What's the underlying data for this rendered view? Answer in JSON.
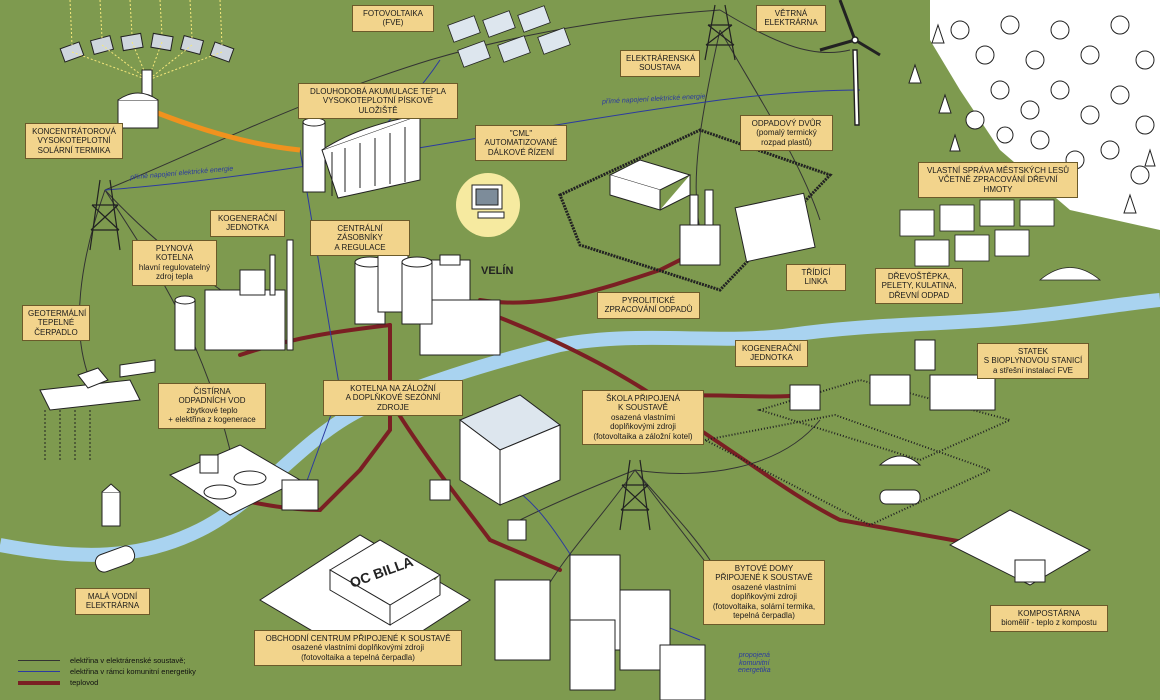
{
  "labels": {
    "fve": [
      "FOTOVOLTAIKA",
      "(FVE)"
    ],
    "vetrna": [
      "VĚTRNÁ",
      "ELEKTRÁRNA"
    ],
    "elektrarenska": [
      "ELEKTRÁRENSKÁ",
      "SOUSTAVA"
    ],
    "koncentratorova": [
      "KONCENTRÁTOROVÁ",
      "VYSOKOTEPLOTNÍ",
      "SOLÁRNÍ TERMIKA"
    ],
    "akumulace": [
      "DLOUHODOBÁ AKUMULACE TEPLA",
      "VYSOKOTEPLOTNÍ PÍSKOVÉ ULOŽIŠTĚ"
    ],
    "cml": [
      "\"CML\"",
      "AUTOMATIZOVANÉ",
      "DÁLKOVÉ ŘÍZENÍ"
    ],
    "odpadovy_dvur": [
      "ODPADOVÝ DVŮR",
      "(pomalý termický",
      "rozpad plastů)"
    ],
    "lesy": [
      "VLASTNÍ SPRÁVA MĚSTSKÝCH LESŮ",
      "VČETNĚ ZPRACOVÁNÍ DŘEVNÍ HMOTY"
    ],
    "kogenerace1": [
      "KOGENERAČNÍ",
      "JEDNOTKA"
    ],
    "zasobniky": [
      "CENTRÁLNÍ ZÁSOBNÍKY",
      "A REGULACE"
    ],
    "plynova": {
      "title": "PLYNOVÁ KOTELNA",
      "lines": [
        "hlavní regulovatelný",
        "zdroj tepla"
      ]
    },
    "velin": "VELÍN",
    "tridici": "TŘÍDÍCÍ LINKA",
    "drevo": [
      "DŘEVOŠTĚPKA,",
      "PELETY, KULATINA,",
      "DŘEVNÍ ODPAD"
    ],
    "pyroliticke": [
      "PYROLITICKÉ",
      "ZPRACOVÁNÍ ODPADŮ"
    ],
    "geotermalni": [
      "GEOTERMÁLNÍ",
      "TEPELNÉ",
      "ČERPADLO"
    ],
    "kogenerace2": [
      "KOGENERAČNÍ",
      "JEDNOTKA"
    ],
    "statek": {
      "title": [
        "STATEK",
        "S BIOPLYNOVOU STANICÍ"
      ],
      "lines": [
        "a střešní instalací FVE"
      ]
    },
    "kotelna_zalozni": [
      "KOTELNA NA ZÁLOŽNÍ",
      "A DOPLŇKOVÉ SEZÓNNÍ ZDROJE"
    ],
    "cistirna": {
      "title": [
        "ČISTÍRNA",
        "ODPADNÍCH VOD"
      ],
      "lines": [
        "zbytkové teplo",
        "+ elektřina z kogenerace"
      ]
    },
    "skola": {
      "title": [
        "ŠKOLA PŘIPOJENÁ",
        "K SOUSTAVĚ"
      ],
      "lines": [
        "osazená vlastními",
        "doplňkovými zdroji",
        "(fotovoltaika a záložní kotel)"
      ]
    },
    "bytove": {
      "title": [
        "BYTOVÉ DOMY",
        "PŘIPOJENÉ K SOUSTAVĚ"
      ],
      "lines": [
        "osazené vlastními",
        "doplňkovými zdroji",
        "(fotovoltaika, solární termika,",
        "tepelná čerpadla)"
      ]
    },
    "mala_vodni": [
      "MALÁ VODNÍ",
      "ELEKTRÁRNA"
    ],
    "obchodni": {
      "title": "OBCHODNÍ CENTRUM PŘIPOJENÉ K SOUSTAVĚ",
      "lines": [
        "osazené vlastními doplňkovými zdroji",
        "(fotovoltaika a tepelná čerpadla)"
      ]
    },
    "kompostarna": {
      "title": "KOMPOSTÁRNA",
      "lines": [
        "bioměliř - teplo z kompostu"
      ]
    }
  },
  "line_texts": {
    "prime1": "přímé napojení elektrické energie",
    "prime2": "přímé napojení elektrické energie",
    "propojena": [
      "propojená",
      "komunitní",
      "energetika"
    ]
  },
  "sign_text": "OC BILLA",
  "legend": [
    {
      "text": "elektřina v elektrárenské soustavě;",
      "color": "#333333"
    },
    {
      "text": "elektřina v rámci komunitní energetiky",
      "color": "#2b3aa0"
    },
    {
      "text": "teplovod",
      "color": "#7a1f23"
    }
  ],
  "colors": {
    "grass": "#7e9a4f",
    "river": "#a9d3f0",
    "label_bg": "#f2d48c",
    "heat_pipe": "#7a1f23",
    "community_line": "#2b3aa0",
    "grid_line": "#333333",
    "high_temp_line": "#f0921e"
  }
}
